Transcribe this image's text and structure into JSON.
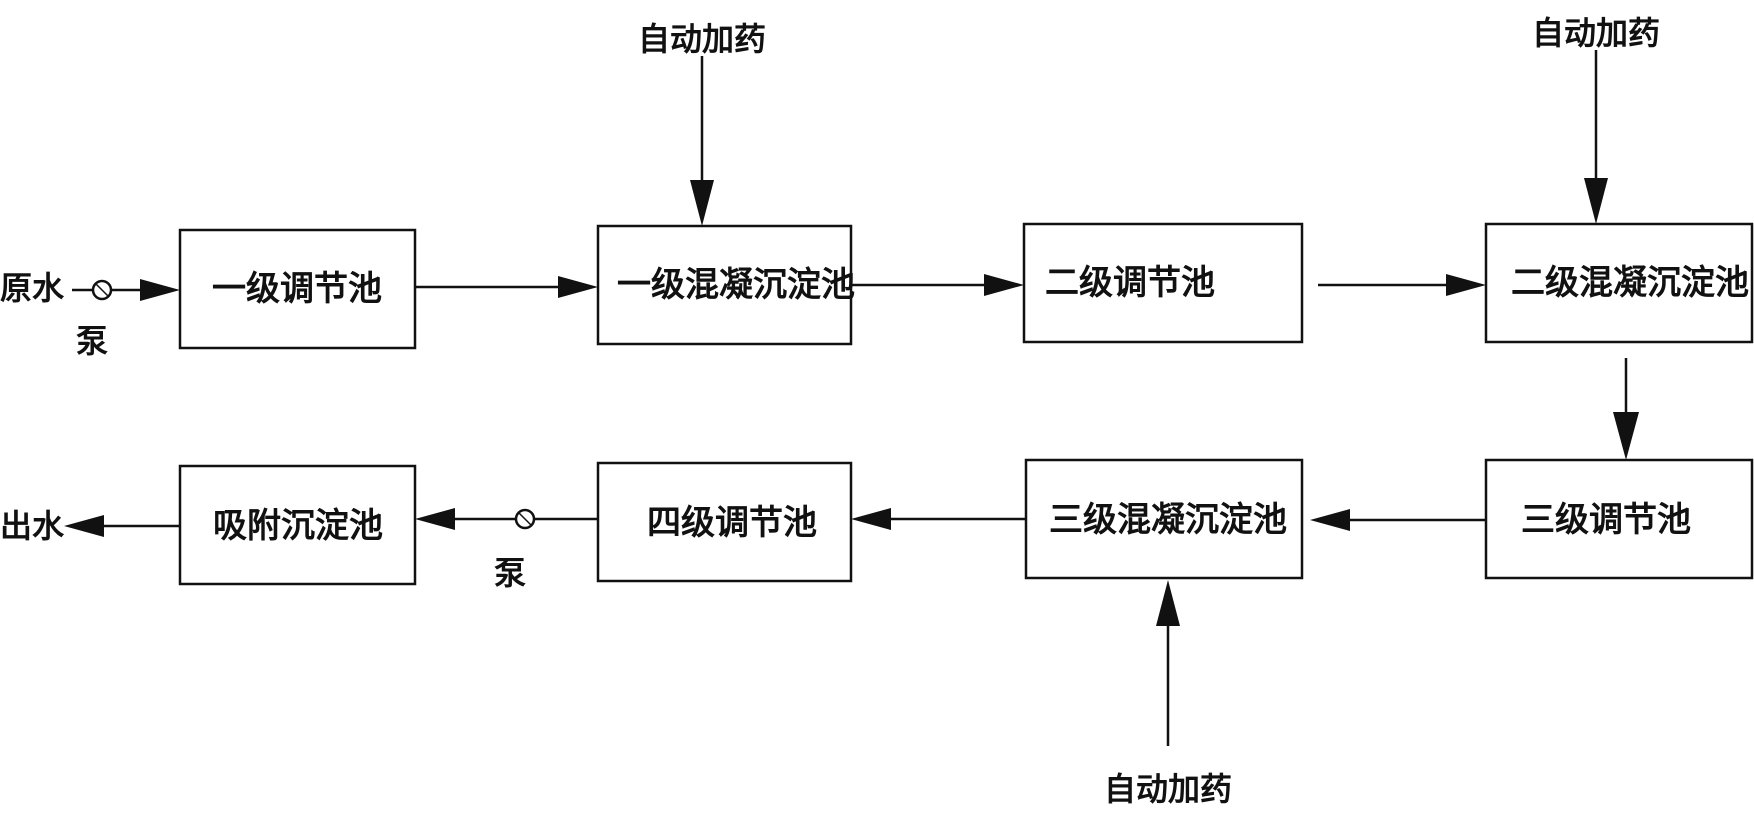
{
  "diagram": {
    "inlet_label": "原水",
    "outlet_label": "出水",
    "pump_label": "泵",
    "dosing_label": "自动加药",
    "boxes": {
      "b1": "一级调节池",
      "b2": "一级混凝沉淀池",
      "b3": "二级调节池",
      "b4": "二级混凝沉淀池",
      "b5": "三级调节池",
      "b6": "三级混凝沉淀池",
      "b7": "四级调节池",
      "b8": "吸附沉淀池"
    }
  }
}
